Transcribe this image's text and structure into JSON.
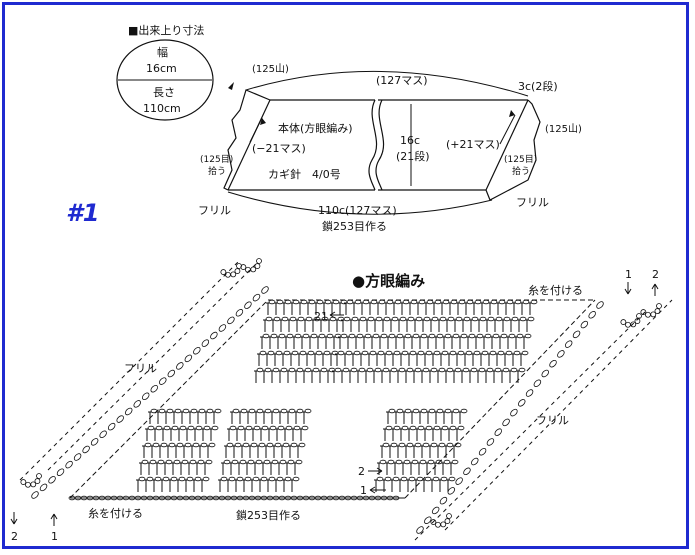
{
  "diagram_number": "#1",
  "size_box": {
    "heading": "■出来上り寸法",
    "width_label": "幅",
    "width_value": "16cm",
    "length_label": "長さ",
    "length_value": "110cm"
  },
  "schematic": {
    "top_count": "(127マス)",
    "left_top_yama": "(125山)",
    "right_top_note": "3c(2段)",
    "right_yama": "(125山)",
    "body_label": "本体(方眼編み)",
    "dec_label": "(−21マス)",
    "inc_label": "(+21マス)",
    "hook_label": "カギ針　4/0号",
    "rows_c": "16c",
    "rows_dan": "(21段)",
    "left_pick_count": "(125目)",
    "left_pick_word": "拾う",
    "right_pick_count": "(125目)",
    "right_pick_word": "拾う",
    "frill_left": "フリル",
    "frill_right": "フリル",
    "bottom_length": "110c(127マス)",
    "bottom_chain": "鎖253目作る"
  },
  "chart": {
    "title": "●方眼編み",
    "row21": "21",
    "attach_yarn_top": "糸を付ける",
    "attach_yarn_bottom": "糸を付ける",
    "frill_left": "フリル",
    "frill_right": "フリル",
    "row2": "2",
    "row1": "1",
    "top_right_1": "1",
    "top_right_2": "2",
    "bottom_left_2": "2",
    "bottom_left_1": "1",
    "chain_note": "鎖253目作る"
  }
}
